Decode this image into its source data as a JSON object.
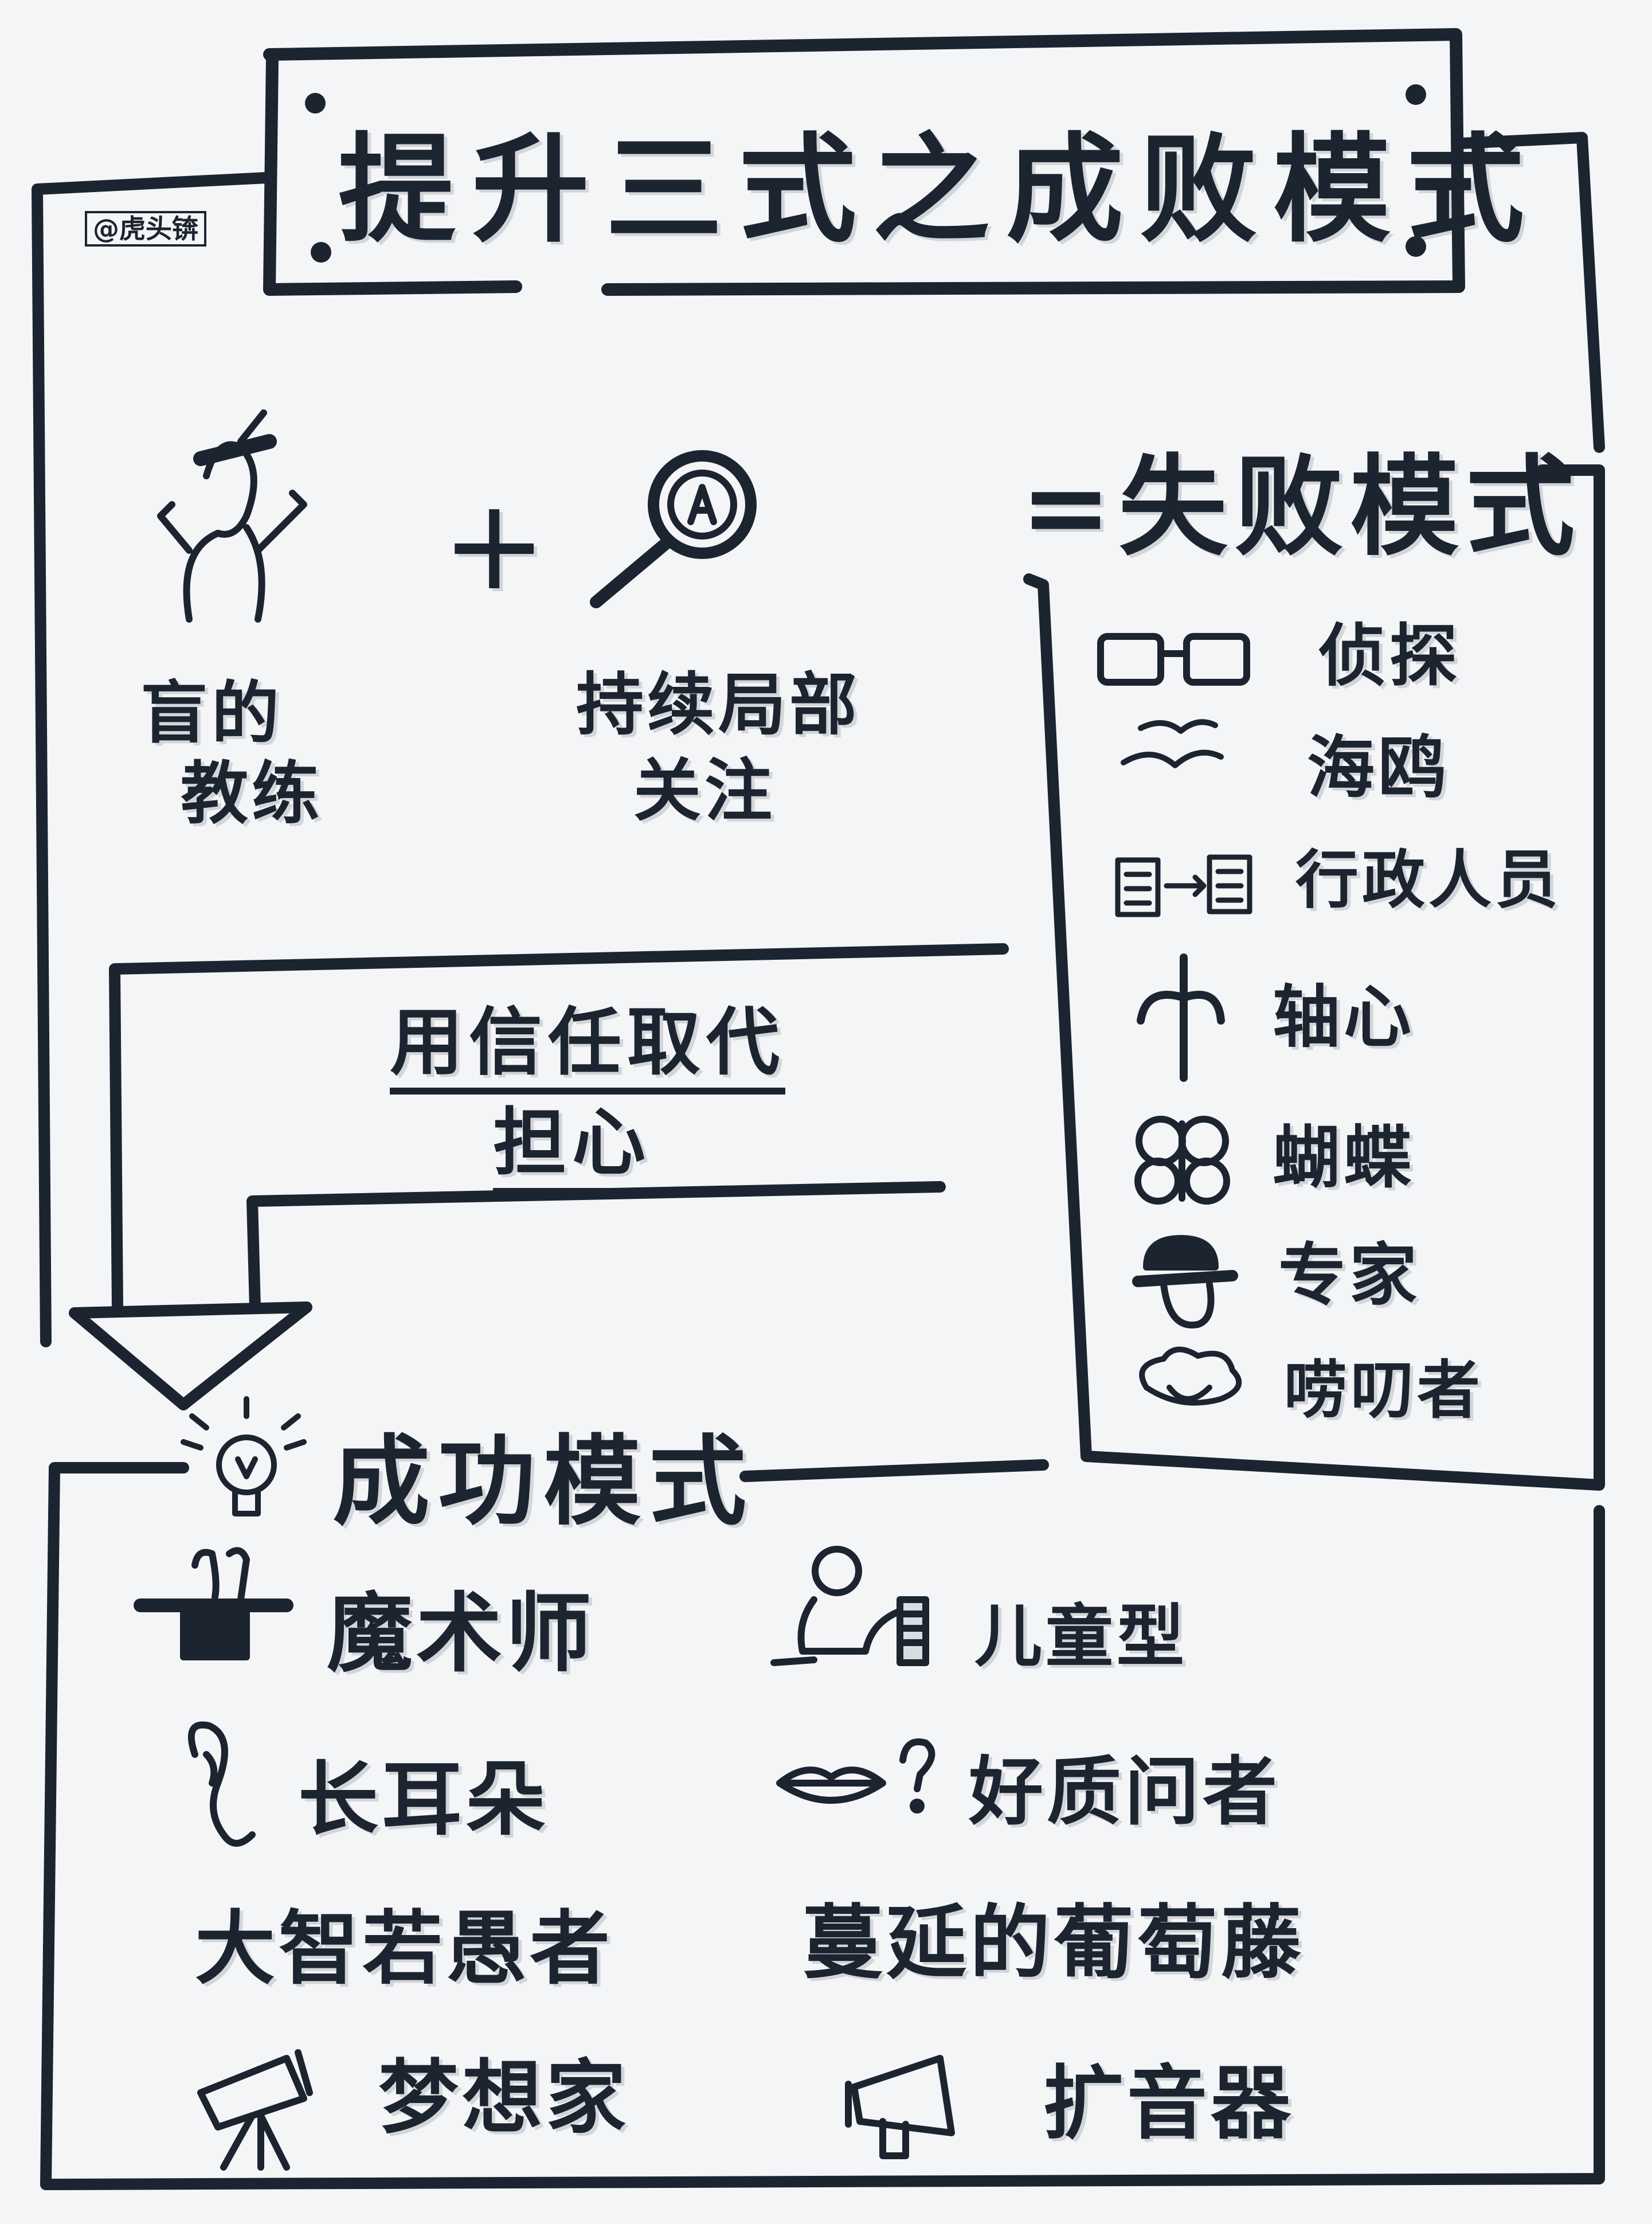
{
  "title": "提升三式之成败模式",
  "signature": "@虎头锛",
  "formula": {
    "item1": [
      "盲的",
      "教练"
    ],
    "plus": "+",
    "item2": [
      "持续局部",
      "关注"
    ],
    "result": "=失败模式"
  },
  "failure_modes": [
    "侦探",
    "海鸥",
    "行政人员",
    "轴心",
    "蝴蝶",
    "专家",
    "唠叨者"
  ],
  "transition": [
    "用信任取代",
    "担心"
  ],
  "success_title": "成功模式",
  "success_modes": {
    "left": [
      "魔术师",
      "长耳朵",
      "大智若愚者",
      "梦想家"
    ],
    "right": [
      "儿童型",
      "好质问者",
      "蔓延的葡萄藤",
      "扩音器"
    ]
  },
  "icons": {
    "coach": "blindfolded-person-icon",
    "focus": "magnifying-glass-icon",
    "detective": "glasses-icon",
    "seagull": "seagull-icon",
    "admin": "document-transfer-icon",
    "axis": "axis-icon",
    "butterfly": "butterfly-icon",
    "expert": "hat-icon",
    "nagger": "cloud-icon",
    "lightbulb": "lightbulb-icon",
    "magician": "magician-hat-icon",
    "child": "child-blocks-icon",
    "ear": "ear-icon",
    "questioner": "lips-question-icon",
    "dreamer": "telescope-icon",
    "megaphone": "megaphone-icon"
  },
  "colors": {
    "ink": "#1c2430",
    "paper": "#f4f5f7",
    "shadow": "#9aa3ae"
  }
}
